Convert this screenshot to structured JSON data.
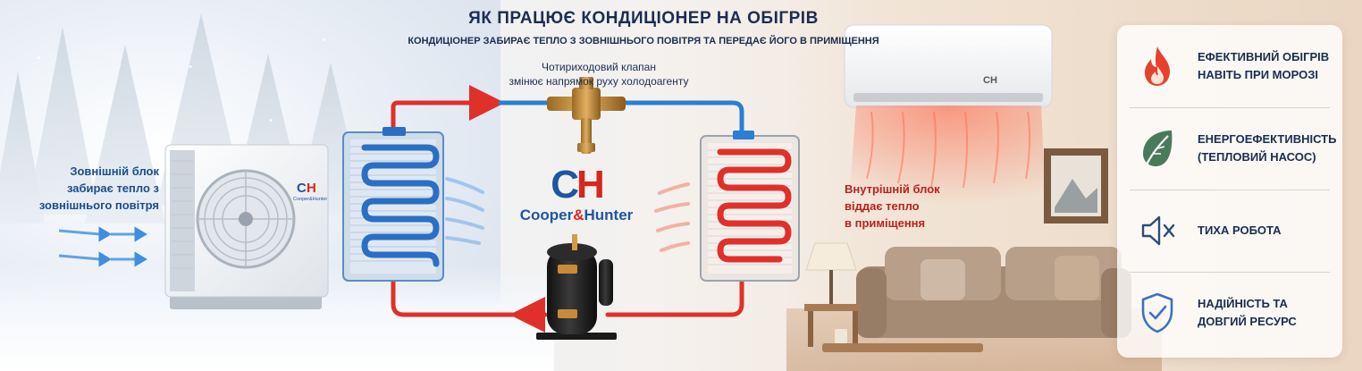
{
  "title": "ЯК ПРАЦЮЄ КОНДИЦІОНЕР НА ОБІГРІВ",
  "subtitle": "КОНДИЦІОНЕР ЗАБИРАЄ ТЕПЛО З ЗОВНІШНЬОГО ПОВІТРЯ ТА ПЕРЕДАЄ ЙОГО В ПРИМІЩЕННЯ",
  "valve_label": [
    "Чотириходовий клапан",
    "змінює напрямок руху холодоагенту"
  ],
  "outdoor_label": [
    "Зовнішній блок",
    "забирає тепло з",
    "зовнішнього повітря"
  ],
  "indoor_label": [
    "Внутрішній блок",
    "віддає тепло",
    "в приміщення"
  ],
  "logo": {
    "mark_c": "C",
    "mark_h": "H",
    "name_a": "Cooper",
    "amp": "&",
    "name_b": "Hunter"
  },
  "unit_badge": {
    "c": "C",
    "h": "H"
  },
  "outdoor_badge": {
    "c": "C",
    "h": "H",
    "text": "Cooper&Hunter"
  },
  "colors": {
    "hot": "#d7261e",
    "cold": "#1e56a0",
    "navy": "#1a2d52",
    "pipe_red": "#e0302a",
    "pipe_blue": "#2a7fd4"
  },
  "features": [
    {
      "icon": "flame-icon",
      "lines": [
        "ЕФЕКТИВНИЙ ОБІГРІВ",
        "НАВІТЬ ПРИ МОРОЗІ"
      ]
    },
    {
      "icon": "leaf-icon",
      "lines": [
        "ЕНЕРГОЕФЕКТИВНІСТЬ",
        "(ТЕПЛОВИЙ НАСОС)"
      ]
    },
    {
      "icon": "speaker-mute-icon",
      "lines": [
        "ТИХА РОБОТА"
      ]
    },
    {
      "icon": "shield-check-icon",
      "lines": [
        "НАДІЙНІСТЬ ТА",
        "ДОВГИЙ РЕСУРС"
      ]
    }
  ]
}
